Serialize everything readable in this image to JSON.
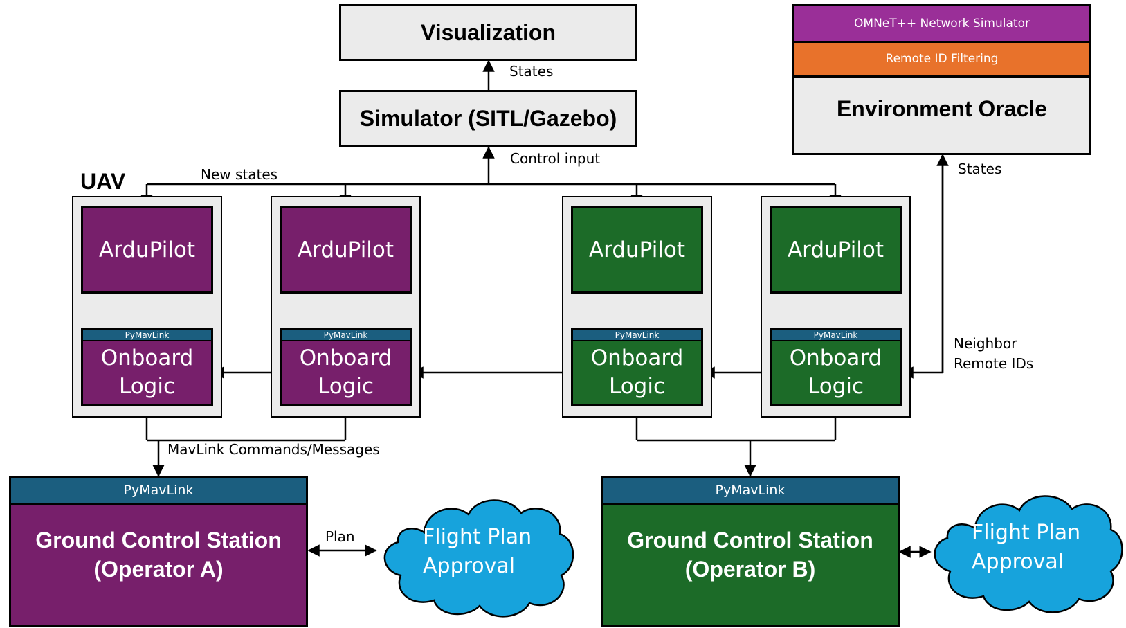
{
  "visualization": "Visualization",
  "simulator": "Simulator (SITL/Gazebo)",
  "oracle": {
    "network_layer": "OMNeT++ Network Simulator",
    "filter_layer": "Remote ID Filtering",
    "title": "Environment Oracle"
  },
  "uav_tag": "UAV",
  "uavs": [
    {
      "autopilot": "ArduPilot",
      "link": "PyMavLink",
      "logic_line1": "Onboard",
      "logic_line2": "Logic"
    },
    {
      "autopilot": "ArduPilot",
      "link": "PyMavLink",
      "logic_line1": "Onboard",
      "logic_line2": "Logic"
    },
    {
      "autopilot": "ArduPilot",
      "link": "PyMavLink",
      "logic_line1": "Onboard",
      "logic_line2": "Logic"
    },
    {
      "autopilot": "ArduPilot",
      "link": "PyMavLink",
      "logic_line1": "Onboard",
      "logic_line2": "Logic"
    }
  ],
  "gcs_a": {
    "link": "PyMavLink",
    "line1": "Ground Control Station",
    "line2": "(Operator A)"
  },
  "gcs_b": {
    "link": "PyMavLink",
    "line1": "Ground Control Station",
    "line2": "(Operator B)"
  },
  "clouds": [
    {
      "line1": "Flight Plan",
      "line2": "Approval"
    },
    {
      "line1": "Flight Plan",
      "line2": "Approval"
    }
  ],
  "labels": {
    "states_top": "States",
    "control_input": "Control input",
    "new_states": "New states",
    "states_oracle": "States",
    "neighbor_line1": "Neighbor",
    "neighbor_line2": "Remote IDs",
    "mavlink": "MavLink Commands/Messages",
    "plan": "Plan"
  },
  "colors": {
    "operator_a": "#771f6b",
    "operator_b": "#1c6b28",
    "pymavlink": "#1b5e7f",
    "omnet": "#9a2f98",
    "remote_id": "#e8722b",
    "cloud": "#17a3dc",
    "box_gray": "#ebebeb"
  }
}
